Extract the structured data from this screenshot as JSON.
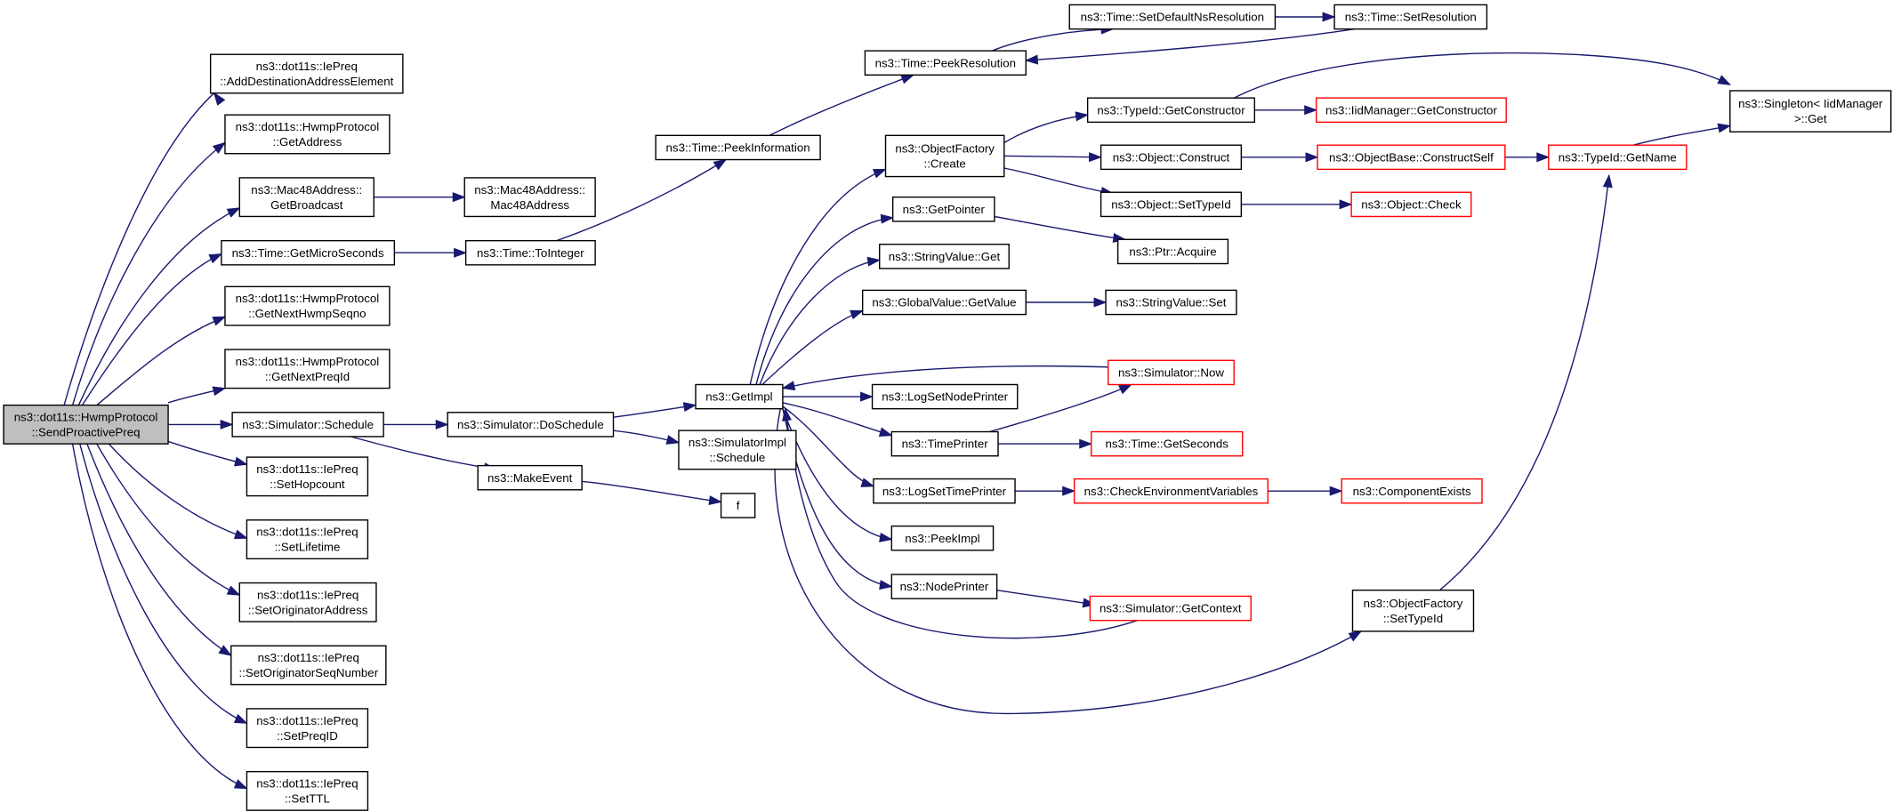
{
  "graph": {
    "nodes": [
      {
        "id": "root",
        "lines": [
          "ns3::dot11s::HwmpProtocol",
          "::SendProactivePreq"
        ],
        "style": "root"
      },
      {
        "id": "n1",
        "lines": [
          "ns3::dot11s::IePreq",
          "::AddDestinationAddressElement"
        ],
        "style": "normal"
      },
      {
        "id": "n2",
        "lines": [
          "ns3::dot11s::HwmpProtocol",
          "::GetAddress"
        ],
        "style": "normal"
      },
      {
        "id": "n3",
        "lines": [
          "ns3::Mac48Address::",
          "GetBroadcast"
        ],
        "style": "normal"
      },
      {
        "id": "n4",
        "lines": [
          "ns3::Mac48Address::",
          "Mac48Address"
        ],
        "style": "normal"
      },
      {
        "id": "n5",
        "lines": [
          "ns3::Time::GetMicroSeconds"
        ],
        "style": "normal"
      },
      {
        "id": "n6",
        "lines": [
          "ns3::Time::ToInteger"
        ],
        "style": "normal"
      },
      {
        "id": "n7",
        "lines": [
          "ns3::Time::PeekInformation"
        ],
        "style": "normal"
      },
      {
        "id": "n8",
        "lines": [
          "ns3::Time::PeekResolution"
        ],
        "style": "normal"
      },
      {
        "id": "n9",
        "lines": [
          "ns3::Time::SetDefaultNsResolution"
        ],
        "style": "normal"
      },
      {
        "id": "n10",
        "lines": [
          "ns3::Time::SetResolution"
        ],
        "style": "normal"
      },
      {
        "id": "n11",
        "lines": [
          "ns3::dot11s::HwmpProtocol",
          "::GetNextHwmpSeqno"
        ],
        "style": "normal"
      },
      {
        "id": "n12",
        "lines": [
          "ns3::dot11s::HwmpProtocol",
          "::GetNextPreqId"
        ],
        "style": "normal"
      },
      {
        "id": "n13",
        "lines": [
          "ns3::Simulator::Schedule"
        ],
        "style": "normal"
      },
      {
        "id": "n14",
        "lines": [
          "ns3::Simulator::DoSchedule"
        ],
        "style": "normal"
      },
      {
        "id": "n15",
        "lines": [
          "ns3::GetImpl"
        ],
        "style": "normal"
      },
      {
        "id": "n16",
        "lines": [
          "ns3::SimulatorImpl",
          "::Schedule"
        ],
        "style": "normal"
      },
      {
        "id": "n17",
        "lines": [
          "ns3::MakeEvent"
        ],
        "style": "normal"
      },
      {
        "id": "n18",
        "lines": [
          "f"
        ],
        "style": "normal"
      },
      {
        "id": "n19",
        "lines": [
          "ns3::dot11s::IePreq",
          "::SetHopcount"
        ],
        "style": "normal"
      },
      {
        "id": "n20",
        "lines": [
          "ns3::dot11s::IePreq",
          "::SetLifetime"
        ],
        "style": "normal"
      },
      {
        "id": "n21",
        "lines": [
          "ns3::dot11s::IePreq",
          "::SetOriginatorAddress"
        ],
        "style": "normal"
      },
      {
        "id": "n22",
        "lines": [
          "ns3::dot11s::IePreq",
          "::SetOriginatorSeqNumber"
        ],
        "style": "normal"
      },
      {
        "id": "n23",
        "lines": [
          "ns3::dot11s::IePreq",
          "::SetPreqID"
        ],
        "style": "normal"
      },
      {
        "id": "n24",
        "lines": [
          "ns3::dot11s::IePreq",
          "::SetTTL"
        ],
        "style": "normal"
      },
      {
        "id": "n25",
        "lines": [
          "ns3::ObjectFactory",
          "::Create"
        ],
        "style": "normal"
      },
      {
        "id": "n26",
        "lines": [
          "ns3::TypeId::GetConstructor"
        ],
        "style": "normal"
      },
      {
        "id": "n27",
        "lines": [
          "ns3::IidManager::GetConstructor"
        ],
        "style": "red"
      },
      {
        "id": "n28",
        "lines": [
          "ns3::Singleton< IidManager",
          ">::Get"
        ],
        "style": "normal"
      },
      {
        "id": "n29",
        "lines": [
          "ns3::Object::Construct"
        ],
        "style": "normal"
      },
      {
        "id": "n30",
        "lines": [
          "ns3::ObjectBase::ConstructSelf"
        ],
        "style": "red"
      },
      {
        "id": "n31",
        "lines": [
          "ns3::TypeId::GetName"
        ],
        "style": "red"
      },
      {
        "id": "n32",
        "lines": [
          "ns3::Object::SetTypeId"
        ],
        "style": "normal"
      },
      {
        "id": "n33",
        "lines": [
          "ns3::Object::Check"
        ],
        "style": "red"
      },
      {
        "id": "n34",
        "lines": [
          "ns3::GetPointer"
        ],
        "style": "normal"
      },
      {
        "id": "n35",
        "lines": [
          "ns3::Ptr::Acquire"
        ],
        "style": "normal"
      },
      {
        "id": "n36",
        "lines": [
          "ns3::StringValue::Get"
        ],
        "style": "normal"
      },
      {
        "id": "n37",
        "lines": [
          "ns3::GlobalValue::GetValue"
        ],
        "style": "normal"
      },
      {
        "id": "n38",
        "lines": [
          "ns3::StringValue::Set"
        ],
        "style": "normal"
      },
      {
        "id": "n39",
        "lines": [
          "ns3::Simulator::Now"
        ],
        "style": "red"
      },
      {
        "id": "n40",
        "lines": [
          "ns3::LogSetNodePrinter"
        ],
        "style": "normal"
      },
      {
        "id": "n41",
        "lines": [
          "ns3::TimePrinter"
        ],
        "style": "normal"
      },
      {
        "id": "n42",
        "lines": [
          "ns3::Time::GetSeconds"
        ],
        "style": "red"
      },
      {
        "id": "n43",
        "lines": [
          "ns3::LogSetTimePrinter"
        ],
        "style": "normal"
      },
      {
        "id": "n44",
        "lines": [
          "ns3::CheckEnvironmentVariables"
        ],
        "style": "red"
      },
      {
        "id": "n45",
        "lines": [
          "ns3::ComponentExists"
        ],
        "style": "red"
      },
      {
        "id": "n46",
        "lines": [
          "ns3::PeekImpl"
        ],
        "style": "normal"
      },
      {
        "id": "n47",
        "lines": [
          "ns3::NodePrinter"
        ],
        "style": "normal"
      },
      {
        "id": "n48",
        "lines": [
          "ns3::Simulator::GetContext"
        ],
        "style": "red"
      },
      {
        "id": "n49",
        "lines": [
          "ns3::ObjectFactory",
          "::SetTypeId"
        ],
        "style": "normal"
      }
    ],
    "edges": [
      {
        "from": "root",
        "to": "n1"
      },
      {
        "from": "root",
        "to": "n2"
      },
      {
        "from": "root",
        "to": "n3"
      },
      {
        "from": "root",
        "to": "n5"
      },
      {
        "from": "root",
        "to": "n11"
      },
      {
        "from": "root",
        "to": "n12"
      },
      {
        "from": "root",
        "to": "n13"
      },
      {
        "from": "root",
        "to": "n19"
      },
      {
        "from": "root",
        "to": "n20"
      },
      {
        "from": "root",
        "to": "n21"
      },
      {
        "from": "root",
        "to": "n22"
      },
      {
        "from": "root",
        "to": "n23"
      },
      {
        "from": "root",
        "to": "n24"
      },
      {
        "from": "n3",
        "to": "n4"
      },
      {
        "from": "n5",
        "to": "n6"
      },
      {
        "from": "n6",
        "to": "n7"
      },
      {
        "from": "n7",
        "to": "n8"
      },
      {
        "from": "n8",
        "to": "n9"
      },
      {
        "from": "n9",
        "to": "n10"
      },
      {
        "from": "n10",
        "to": "n8"
      },
      {
        "from": "n13",
        "to": "n14"
      },
      {
        "from": "n13",
        "to": "n17"
      },
      {
        "from": "n14",
        "to": "n15"
      },
      {
        "from": "n14",
        "to": "n16"
      },
      {
        "from": "n17",
        "to": "n18"
      },
      {
        "from": "n15",
        "to": "n25"
      },
      {
        "from": "n15",
        "to": "n34"
      },
      {
        "from": "n15",
        "to": "n36"
      },
      {
        "from": "n15",
        "to": "n37"
      },
      {
        "from": "n15",
        "to": "n40"
      },
      {
        "from": "n15",
        "to": "n41"
      },
      {
        "from": "n15",
        "to": "n43"
      },
      {
        "from": "n15",
        "to": "n46"
      },
      {
        "from": "n15",
        "to": "n47"
      },
      {
        "from": "n15",
        "to": "n49"
      },
      {
        "from": "n25",
        "to": "n26"
      },
      {
        "from": "n25",
        "to": "n29"
      },
      {
        "from": "n25",
        "to": "n32"
      },
      {
        "from": "n26",
        "to": "n27"
      },
      {
        "from": "n26",
        "to": "n28"
      },
      {
        "from": "n29",
        "to": "n30"
      },
      {
        "from": "n30",
        "to": "n31"
      },
      {
        "from": "n31",
        "to": "n28"
      },
      {
        "from": "n32",
        "to": "n33"
      },
      {
        "from": "n34",
        "to": "n35"
      },
      {
        "from": "n37",
        "to": "n38"
      },
      {
        "from": "n39",
        "to": "n15"
      },
      {
        "from": "n41",
        "to": "n39"
      },
      {
        "from": "n41",
        "to": "n42"
      },
      {
        "from": "n43",
        "to": "n44"
      },
      {
        "from": "n44",
        "to": "n45"
      },
      {
        "from": "n47",
        "to": "n48"
      },
      {
        "from": "n48",
        "to": "n15"
      },
      {
        "from": "n49",
        "to": "n31"
      }
    ]
  }
}
